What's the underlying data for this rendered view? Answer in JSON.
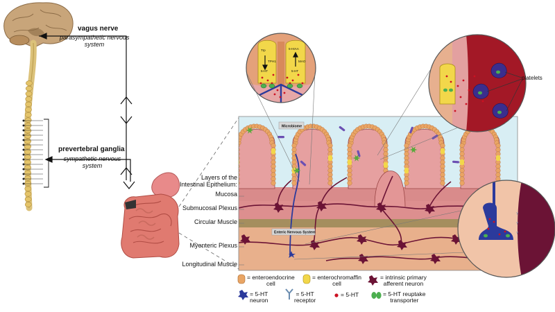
{
  "nervous_labels": {
    "vagus": "vagus nerve",
    "parasympathetic": "parasympathetic nervous\nsystem",
    "prevertebral": "prevertebral ganglia",
    "sympathetic": "sympathetic nervous\nsystem"
  },
  "layer_labels": {
    "layers_title": "Layers of the\nIntestinal Epithelium:",
    "mucosa": "Mucosa",
    "submucosal": "Submucosal Plexus",
    "circular": "Circular Muscle",
    "myenteric": "Myenteric Plexus",
    "longitudinal": "Longitudinal Muscle"
  },
  "in_figure_labels": {
    "microbiome": "Microbiome",
    "enteric": "Enteric Nervous System",
    "platelets": "platelets"
  },
  "zoom_labels": {
    "trp": "Trp",
    "tph1": "TPH1",
    "ht_left": "5-HT",
    "hiaa": "5-HIAA",
    "mao": "MAO",
    "ht_right": "5-HT"
  },
  "legend": [
    {
      "text": "= enteroendocrine\ncell",
      "icon": "enteroendocrine-cell-icon"
    },
    {
      "text": "= enterochromaffin\ncell",
      "icon": "enterochromaffin-cell-icon"
    },
    {
      "text": "= intrinsic primary\nafferent neuron",
      "icon": "afferent-neuron-icon"
    },
    {
      "text": "= 5-HT\nneuron",
      "icon": "serotonin-neuron-icon"
    },
    {
      "text": "= 5-HT\nreceptor",
      "icon": "serotonin-receptor-icon"
    },
    {
      "text": "= 5-HT",
      "icon": "serotonin-dot-icon"
    },
    {
      "text": "= 5-HT reuptake\ntransporter",
      "icon": "reuptake-transporter-icon"
    }
  ],
  "colors": {
    "brain": "#c8a57a",
    "spine": "#dcc27a",
    "lumen": "#d8eef4",
    "enteroendocrine": "#e9a565",
    "enterochromaffin": "#f2d74a",
    "mucosa": "#e6a0a0",
    "submucosa": "#dd8f8f",
    "circular_muscle": "#a58e5e",
    "muscle": "#e8b08c",
    "neuron_afferent": "#6b1335",
    "neuron_5ht": "#2b3a9c",
    "blood": "#a31826",
    "platelet": "#3a2e8e"
  }
}
